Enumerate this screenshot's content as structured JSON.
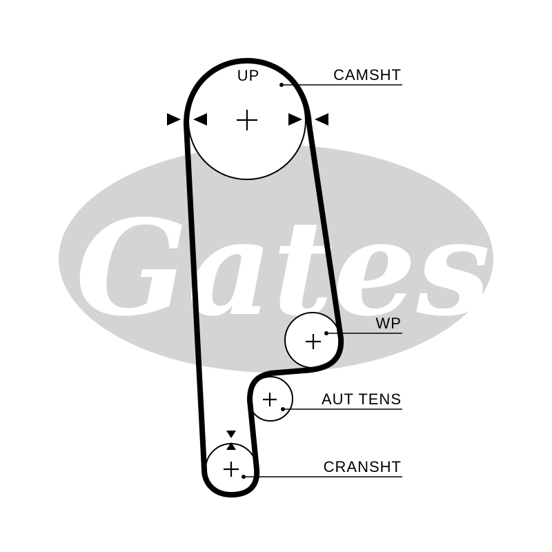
{
  "labels": {
    "up": "UP",
    "camshaft": "CAMSHT",
    "water_pump": "WP",
    "auto_tensioner": "AUT TENS",
    "crankshaft": "CRANSHT"
  },
  "watermark": {
    "brand": "Gates"
  },
  "colors": {
    "line": "#000000",
    "watermark": "#d4d4d4",
    "background": "#ffffff"
  }
}
